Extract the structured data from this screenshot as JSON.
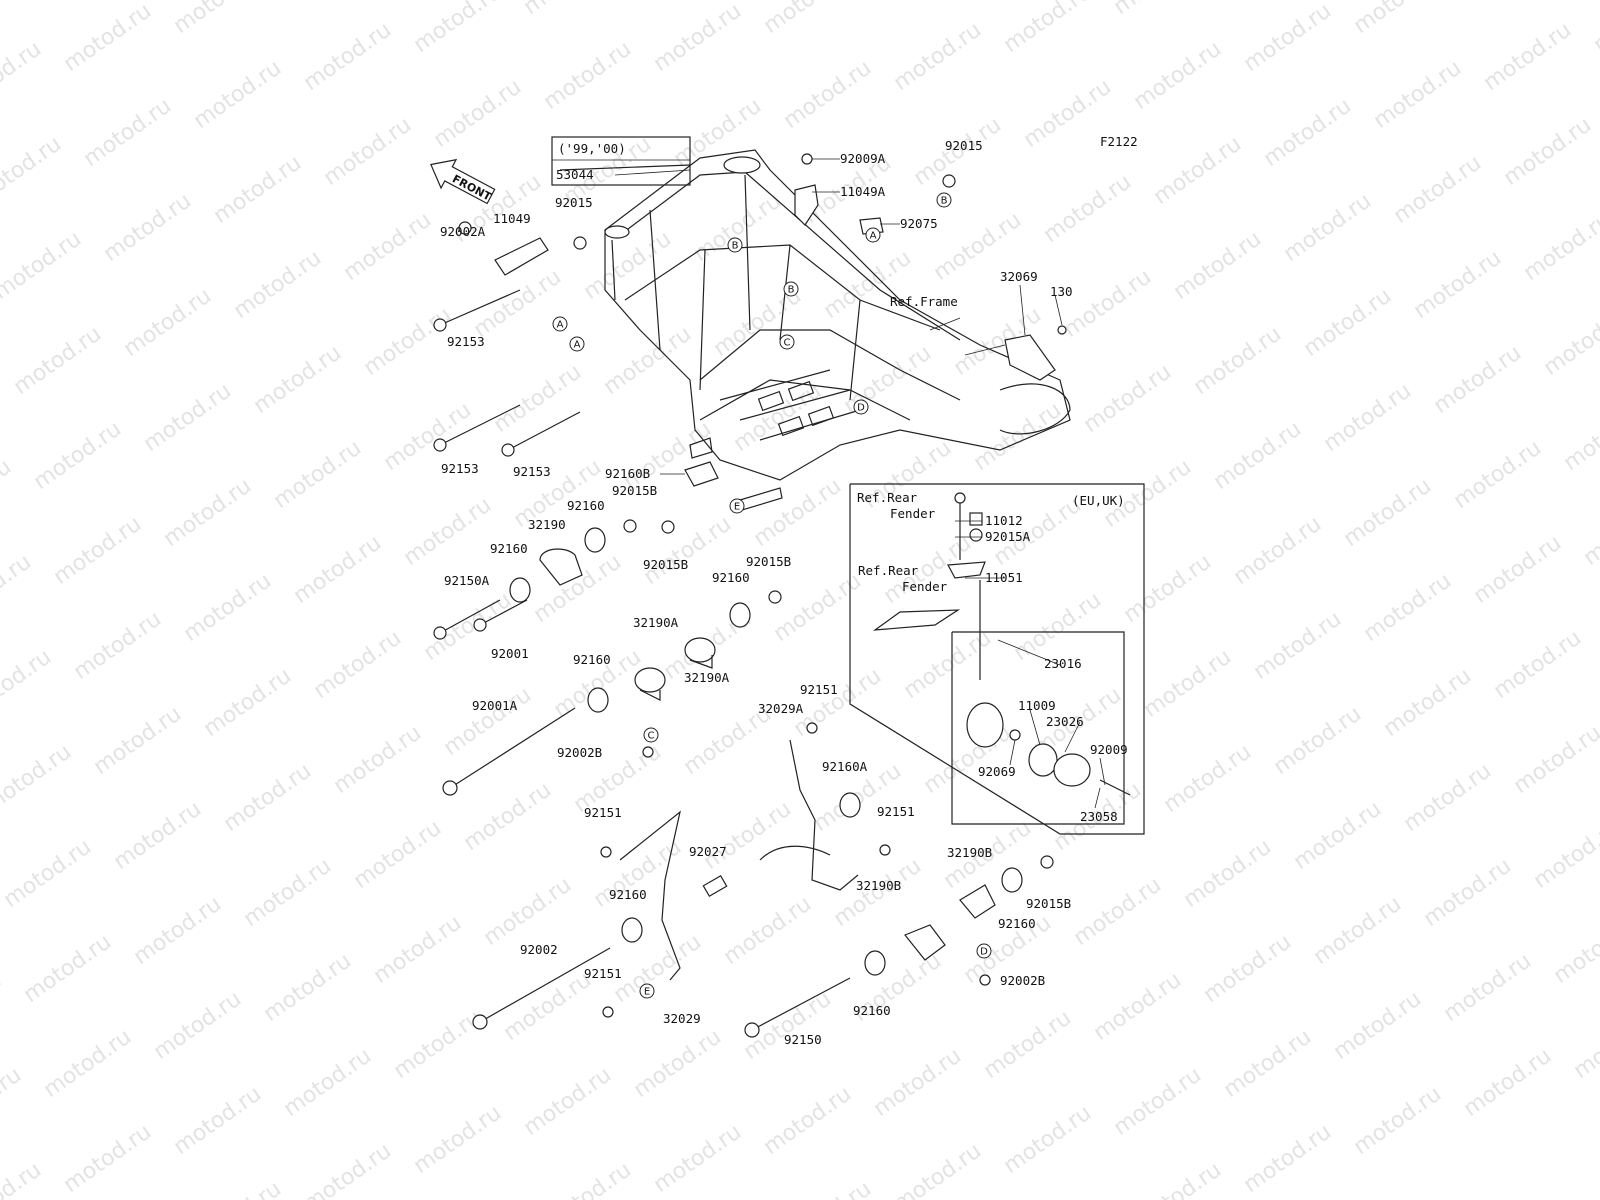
{
  "diagram": {
    "code": "F2122",
    "watermark": "motod.ru",
    "front_label": "FRONT",
    "year_note": "('99,'00)",
    "region_note": "(EU,UK)",
    "ref_frame": "Ref.Frame",
    "ref_rear_fender_1": [
      "Ref.Rear",
      "Fender"
    ],
    "ref_rear_fender_2": [
      "Ref.Rear",
      "Fender"
    ]
  },
  "parts": [
    "53044",
    "92009A",
    "11049A",
    "92015",
    "92075",
    "F2122",
    "11049",
    "92015",
    "92002A",
    "92153",
    "92153",
    "92153",
    "130",
    "32069",
    "92160B",
    "92015B",
    "92160",
    "32190",
    "92160",
    "92150A",
    "92001",
    "92015B",
    "92015B",
    "92160",
    "32190A",
    "92160",
    "32190A",
    "92001A",
    "92002B",
    "92151",
    "32029A",
    "92160A",
    "92151",
    "92151",
    "92027",
    "92160",
    "92002",
    "92151",
    "32029",
    "32190B",
    "32190B",
    "92015B",
    "92160",
    "92160",
    "92150",
    "92002B",
    "11012",
    "92015A",
    "11051",
    "23016",
    "11009",
    "23026",
    "92009",
    "92069",
    "23058"
  ],
  "callouts": [
    "A",
    "A",
    "A",
    "B",
    "B",
    "B",
    "C",
    "C",
    "D",
    "D",
    "E",
    "E"
  ]
}
